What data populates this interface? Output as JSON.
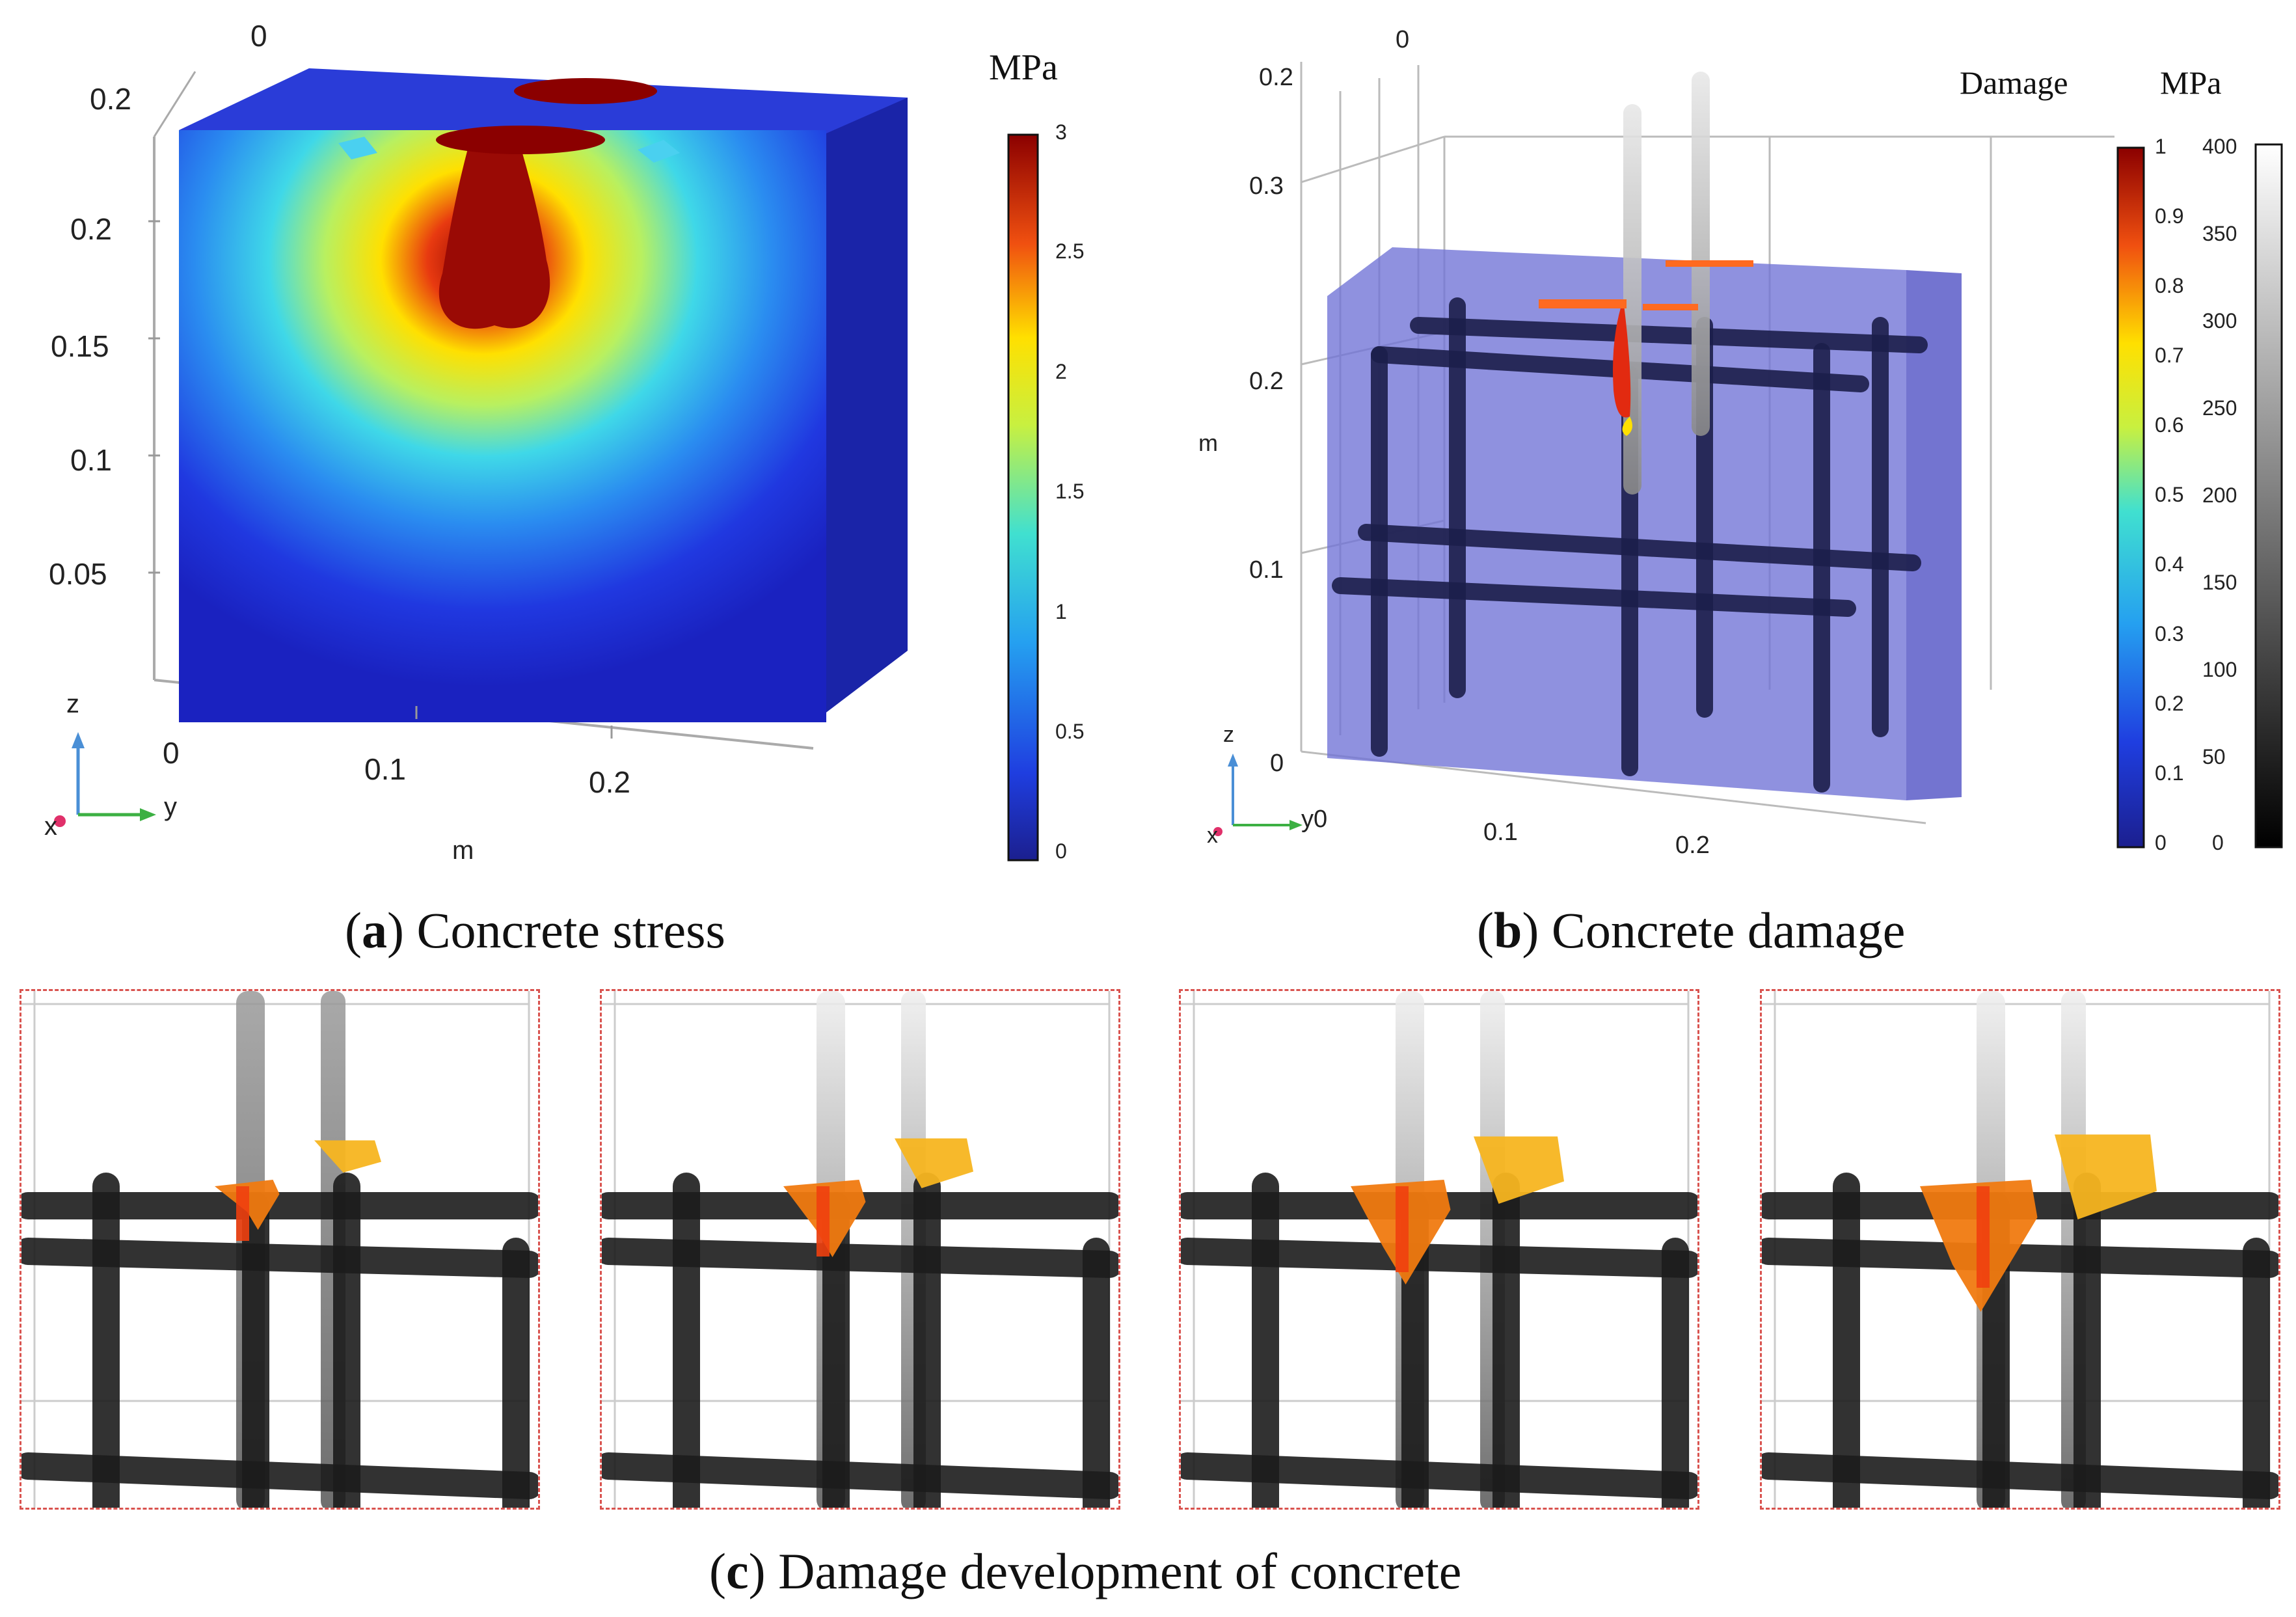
{
  "panel_a": {
    "z_ticks": [
      "0.2",
      "0.2",
      "0.15",
      "0.1",
      "0.05"
    ],
    "top_tick": "0",
    "y_ticks": [
      "0",
      "0.1",
      "0.2"
    ],
    "axis_unit": "m",
    "colorbar_unit": "MPa",
    "colorbar_ticks": [
      "3",
      "2.5",
      "2",
      "1.5",
      "1",
      "0.5",
      "0"
    ],
    "triad": {
      "z": "z",
      "y": "y",
      "x": "x"
    },
    "caption_letter": "a",
    "caption_text": "Concrete stress"
  },
  "panel_b": {
    "z_ticks": [
      "0.2",
      "0.3",
      "0.2",
      "0.1",
      "0"
    ],
    "top_tick": "0",
    "y_ticks": [
      "0.1",
      "0.2"
    ],
    "y_origin": "y0",
    "axis_unit": "m",
    "damage_title": "Damage",
    "damage_ticks": [
      "1",
      "0.9",
      "0.8",
      "0.7",
      "0.6",
      "0.5",
      "0.4",
      "0.3",
      "0.2",
      "0.1",
      "0"
    ],
    "steel_unit": "MPa",
    "steel_ticks": [
      "400",
      "350",
      "300",
      "250",
      "200",
      "150",
      "100",
      "50",
      "0"
    ],
    "triad": {
      "z": "z",
      "y": "y",
      "x": "x"
    },
    "caption_letter": "b",
    "caption_text": "Concrete damage"
  },
  "panel_c": {
    "caption_letter": "c",
    "caption_text": "Damage development of concrete",
    "stages": [
      1,
      2,
      3,
      4
    ]
  },
  "colors": {
    "concrete_blue": "#1a2bd0",
    "stress_red": "#8b0000",
    "rebar": "#1c1c1c",
    "damage_box": "#6f72d6",
    "dash_border": "#d9534f"
  }
}
